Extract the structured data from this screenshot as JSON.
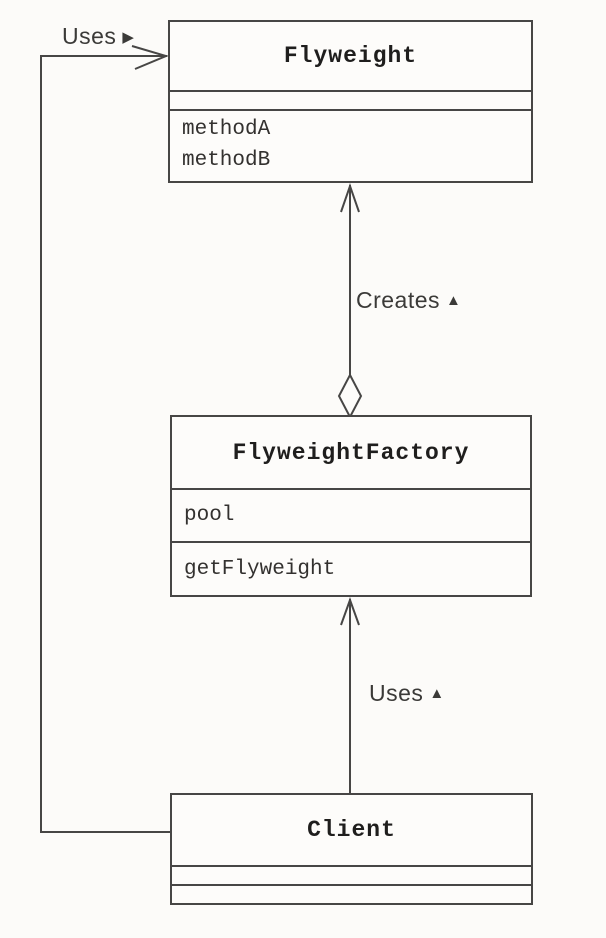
{
  "diagram": {
    "kind": "uml-class-diagram",
    "subject": "Flyweight pattern",
    "ink_color": "#474645",
    "background_color": "#fcfbf9",
    "classes": [
      {
        "name": "Flyweight",
        "attributes": [],
        "methods": [
          "methodA",
          "methodB"
        ]
      },
      {
        "name": "FlyweightFactory",
        "attributes": [
          "pool"
        ],
        "methods": [
          "getFlyweight"
        ]
      },
      {
        "name": "Client",
        "attributes": [],
        "methods": []
      }
    ],
    "labels": [
      {
        "text": "Uses",
        "icon": "▶",
        "icon_name": "right-triangle-icon"
      },
      {
        "text": "Creates",
        "icon": "▲",
        "icon_name": "up-triangle-icon"
      },
      {
        "text": "Uses",
        "icon": "▲",
        "icon_name": "up-triangle-icon"
      }
    ],
    "relationships": [
      {
        "label": "Uses",
        "from": "Client",
        "to": "Flyweight",
        "end": "open-arrow"
      },
      {
        "label": "Creates",
        "from": "FlyweightFactory",
        "to": "Flyweight",
        "end": "open-arrow",
        "source_end": "open-diamond"
      },
      {
        "label": "Uses",
        "from": "Client",
        "to": "FlyweightFactory",
        "end": "open-arrow"
      }
    ]
  }
}
